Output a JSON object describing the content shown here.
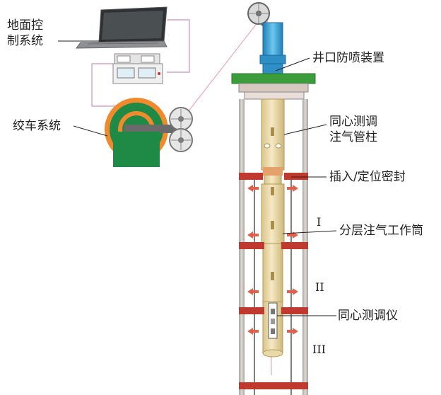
{
  "labels": {
    "ground_control_line1": "地面控",
    "ground_control_line2": "制系统",
    "winch": "绞车系统",
    "blowout_preventer": "井口防喷装置",
    "tubing_line1": "同心测调",
    "tubing_line2": "注气管柱",
    "packer": "插入/定位密封",
    "mandrel": "分层注气工作筒",
    "tool": "同心测调仪"
  },
  "zones": [
    "I",
    "II",
    "III"
  ],
  "colors": {
    "casing": "#bdb7b2",
    "tubing": "#efdca8",
    "packer": "#c0392e",
    "flange": "#3a9d3a",
    "lubricator": "#3aa8d8",
    "winch_body": "#1f8a46",
    "drum": "#f08a2c",
    "cable": "#d9a0c0",
    "arrow": "#e0604a"
  },
  "icons": [
    "laptop-icon",
    "control-panel-icon",
    "winch-drum-icon",
    "sheave-wheel-icon"
  ]
}
